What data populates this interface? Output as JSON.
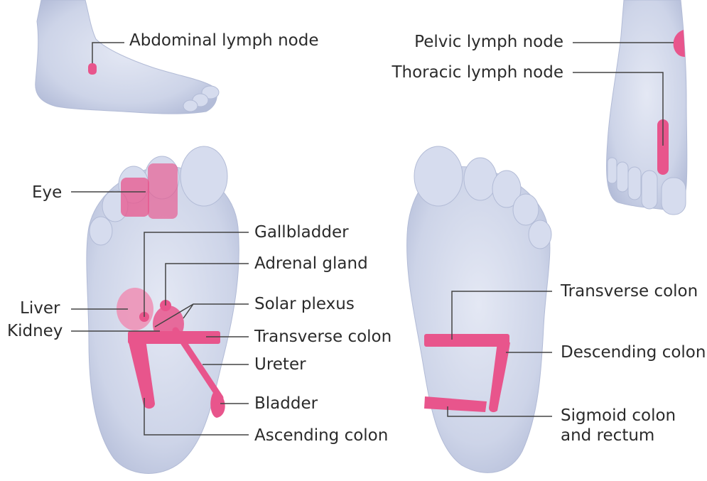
{
  "colors": {
    "foot_fill": "#cdd4e8",
    "foot_shade": "#b6bfd9",
    "foot_outline": "#a9b2cf",
    "zone": "#e8558c",
    "zone_light": "#f08ab0",
    "leader": "#444444"
  },
  "labels": {
    "abdominal_lymph_node": "Abdominal lymph node",
    "pelvic_lymph_node": "Pelvic lymph node",
    "thoracic_lymph_node": "Thoracic lymph node",
    "eye": "Eye",
    "gallbladder": "Gallbladder",
    "adrenal_gland": "Adrenal gland",
    "liver": "Liver",
    "kidney": "Kidney",
    "solar_plexus": "Solar plexus",
    "transverse_colon_left": "Transverse colon",
    "ureter": "Ureter",
    "bladder": "Bladder",
    "ascending_colon": "Ascending colon",
    "transverse_colon_right": "Transverse colon",
    "descending_colon": "Descending colon",
    "sigmoid_colon_line1": "Sigmoid colon",
    "sigmoid_colon_line2": "and rectum"
  }
}
